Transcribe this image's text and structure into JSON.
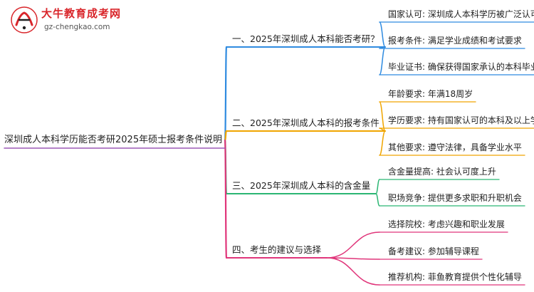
{
  "logo": {
    "title": "大牛教育成考网",
    "url": "gz-chengkao.com"
  },
  "root": {
    "label": "深圳成人本科学历能否考研2025年硕士报考条件说明"
  },
  "branches": [
    {
      "label": "一、2025年深圳成人本科能否考研？",
      "color": "#2f8be0",
      "leaves": [
        "国家认可: 深圳成人本科学历被广泛认可",
        "报考条件: 满足学业成绩和考试要求",
        "毕业证书: 确保获得国家承认的本科毕业证书"
      ]
    },
    {
      "label": "二、2025年深圳成人本科的报考条件",
      "color": "#f0a500",
      "leaves": [
        "年龄要求: 年满18周岁",
        "学历要求: 持有国家认可的本科及以上学历",
        "其他要求: 遵守法律，具备学业水平"
      ]
    },
    {
      "label": "三、2025年深圳成人本科的含金量",
      "color": "#2bb673",
      "leaves": [
        "含金量提高: 社会认可度上升",
        "职场竞争: 提供更多求职和升职机会"
      ]
    },
    {
      "label": "四、考生的建议与选择",
      "color": "#e0357a",
      "leaves": [
        "选择院校: 考虑兴趣和职业发展",
        "备考建议: 参加辅导课程",
        "推荐机构: 菲鱼教育提供个性化辅导"
      ]
    }
  ]
}
